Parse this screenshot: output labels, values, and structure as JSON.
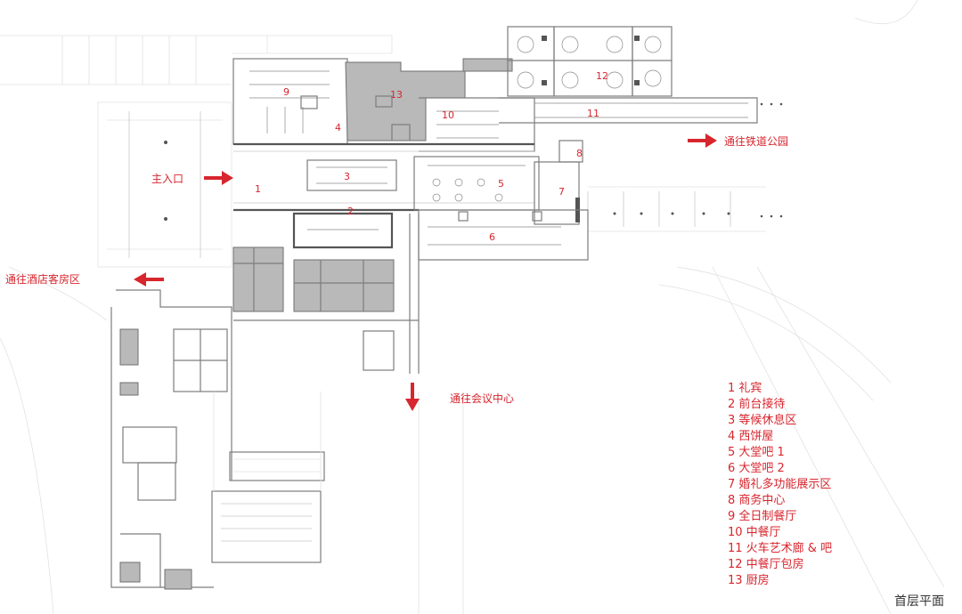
{
  "title": "首层平面",
  "directions": {
    "main_entrance": "主入口",
    "railway_park": "通往铁道公园",
    "hotel_rooms": "通往酒店客房区",
    "conference": "通往会议中心"
  },
  "legend": [
    "1 礼宾",
    "2 前台接待",
    "3 等候休息区",
    "4 西饼屋",
    "5 大堂吧 1",
    "6 大堂吧 2",
    "7 婚礼多功能展示区",
    "8 商务中心",
    "9 全日制餐厅",
    "10 中餐厅",
    "11 火车艺术廊 & 吧",
    "12 中餐厅包房",
    "13 厨房"
  ],
  "room_numbers": [
    "1",
    "2",
    "3",
    "4",
    "5",
    "6",
    "7",
    "8",
    "9",
    "10",
    "11",
    "12",
    "13"
  ],
  "colors": {
    "accent": "#d7262e",
    "wall": "#7d7d7d",
    "solid_fill": "#b9b9b9"
  }
}
